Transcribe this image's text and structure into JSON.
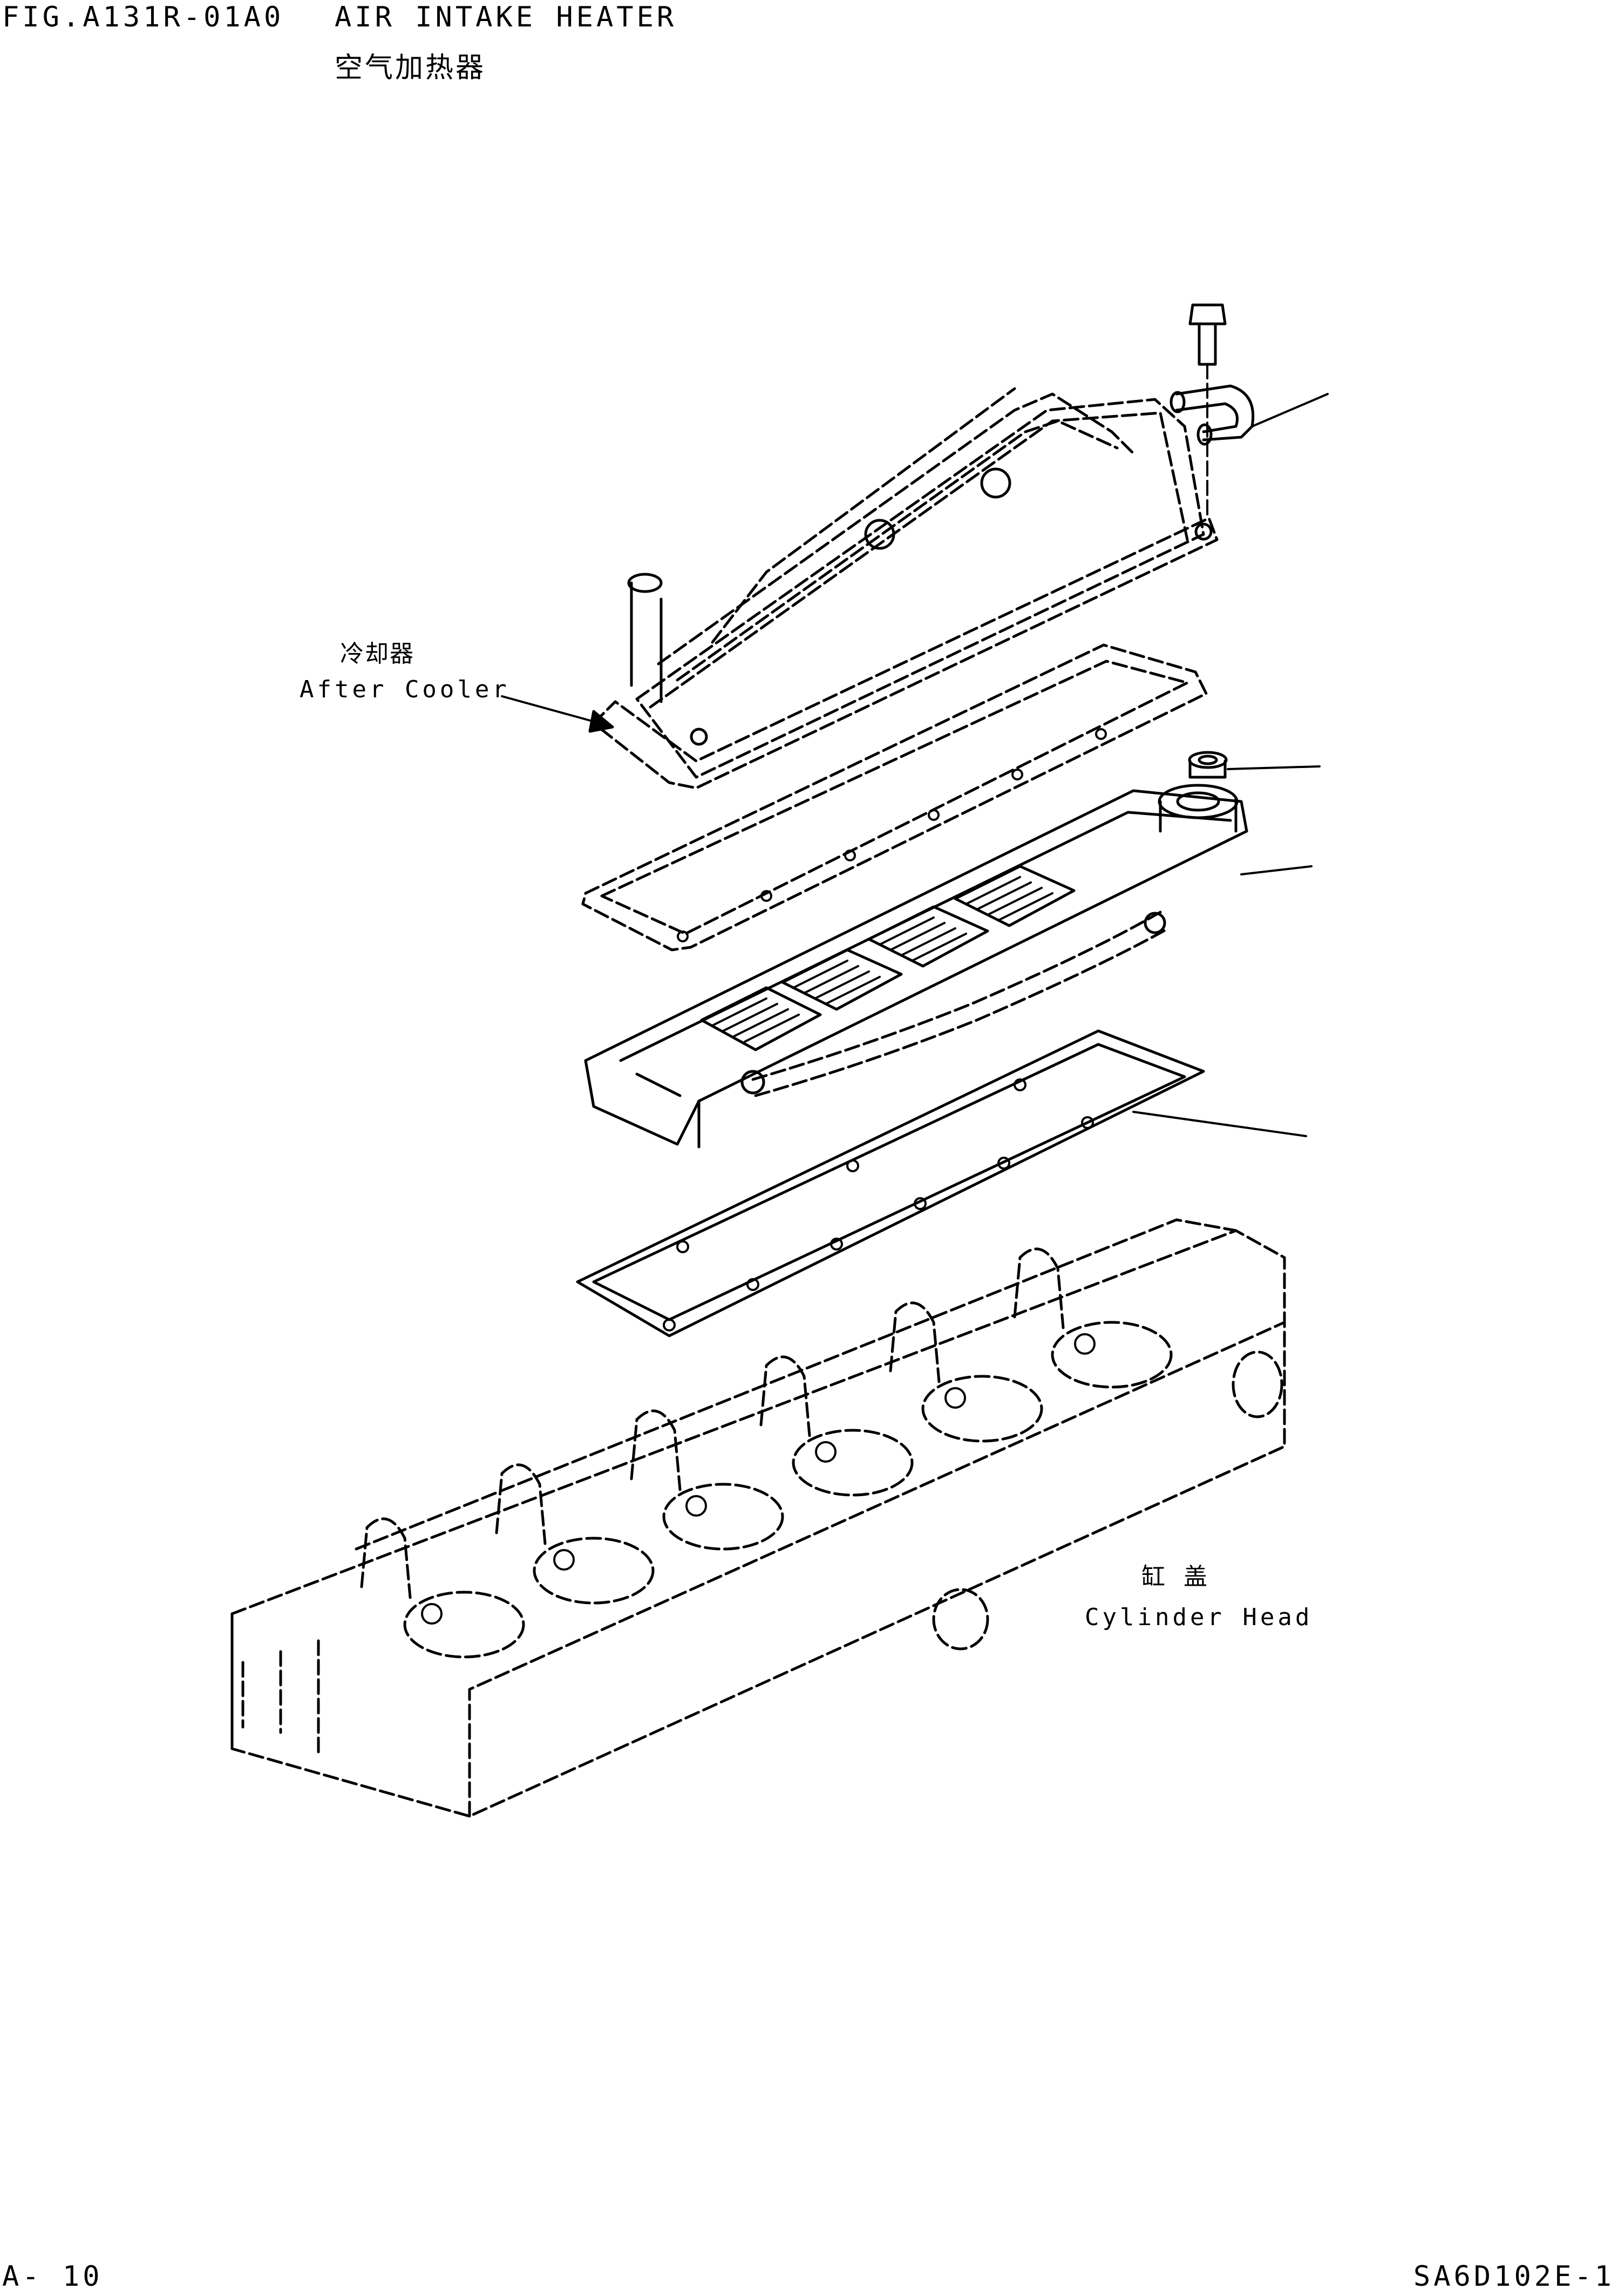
{
  "header": {
    "fig_number": "FIG.A131R-01A0",
    "title_en": "AIR INTAKE HEATER",
    "title_cn": "空气加热器"
  },
  "callouts": {
    "after_cooler": {
      "cn": "冷却器",
      "en": "After Cooler"
    },
    "cylinder_head": {
      "cn": "缸 盖",
      "en": "Cylinder Head"
    }
  },
  "footer": {
    "page_ref": "A- 10",
    "model_code": "SA6D102E-1"
  }
}
